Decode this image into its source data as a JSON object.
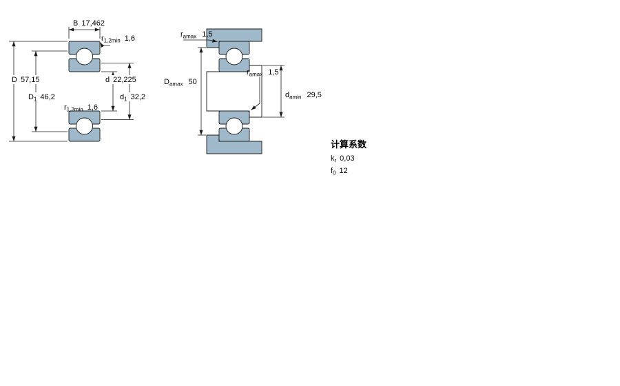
{
  "drawing": {
    "left_figure": {
      "B": {
        "label": "B",
        "value": "17,462"
      },
      "r12_top": {
        "label": "r",
        "sub": "1,2min",
        "value": "1,6"
      },
      "D": {
        "label": "D",
        "value": "57,15"
      },
      "D1": {
        "label": "D",
        "sub": "1",
        "value": "46,2"
      },
      "d": {
        "label": "d",
        "value": "22,225"
      },
      "d1": {
        "label": "d",
        "sub": "1",
        "value": "32,2"
      },
      "r12_bottom": {
        "label": "r",
        "sub": "1,2min",
        "value": "1,6"
      }
    },
    "right_figure": {
      "ra_top": {
        "label": "r",
        "sub": "amax",
        "value": "1,5"
      },
      "Da": {
        "label": "D",
        "sub": "amax",
        "value": "50"
      },
      "ra_mid": {
        "label": "r",
        "sub": "amax",
        "value": "1,5"
      },
      "da": {
        "label": "d",
        "sub": "amin",
        "value": "29,5"
      }
    }
  },
  "calculation_factors": {
    "title": "计算系数",
    "rows": [
      {
        "label": "k",
        "sub": "r",
        "value": "0,03"
      },
      {
        "label": "f",
        "sub": "0",
        "value": "12"
      }
    ]
  },
  "colors": {
    "section_fill": "#9fb9cb",
    "line": "#1a1a1a",
    "background": "#ffffff"
  }
}
